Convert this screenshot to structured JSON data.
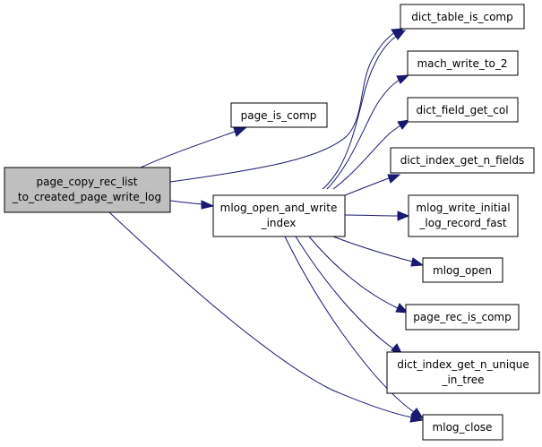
{
  "graph": {
    "nodes": {
      "root": {
        "lines": [
          "page_copy_rec_list",
          "_to_created_page_write_log"
        ]
      },
      "page_is_comp": {
        "lines": [
          "page_is_comp"
        ]
      },
      "mlog_open_and_write_index": {
        "lines": [
          "mlog_open_and_write",
          "_index"
        ]
      },
      "dict_table_is_comp": {
        "lines": [
          "dict_table_is_comp"
        ]
      },
      "mach_write_to_2": {
        "lines": [
          "mach_write_to_2"
        ]
      },
      "dict_field_get_col": {
        "lines": [
          "dict_field_get_col"
        ]
      },
      "dict_index_get_n_fields": {
        "lines": [
          "dict_index_get_n_fields"
        ]
      },
      "mlog_write_initial_log_record_fast": {
        "lines": [
          "mlog_write_initial",
          "_log_record_fast"
        ]
      },
      "mlog_open": {
        "lines": [
          "mlog_open"
        ]
      },
      "page_rec_is_comp": {
        "lines": [
          "page_rec_is_comp"
        ]
      },
      "dict_index_get_n_unique_in_tree": {
        "lines": [
          "dict_index_get_n_unique",
          "_in_tree"
        ]
      },
      "mlog_close": {
        "lines": [
          "mlog_close"
        ]
      }
    },
    "edges": [
      [
        "root",
        "page_is_comp"
      ],
      [
        "root",
        "mlog_open_and_write_index"
      ],
      [
        "root",
        "dict_table_is_comp"
      ],
      [
        "root",
        "mlog_close"
      ],
      [
        "mlog_open_and_write_index",
        "dict_table_is_comp"
      ],
      [
        "mlog_open_and_write_index",
        "mach_write_to_2"
      ],
      [
        "mlog_open_and_write_index",
        "dict_field_get_col"
      ],
      [
        "mlog_open_and_write_index",
        "dict_index_get_n_fields"
      ],
      [
        "mlog_open_and_write_index",
        "mlog_write_initial_log_record_fast"
      ],
      [
        "mlog_open_and_write_index",
        "mlog_open"
      ],
      [
        "mlog_open_and_write_index",
        "page_rec_is_comp"
      ],
      [
        "mlog_open_and_write_index",
        "dict_index_get_n_unique_in_tree"
      ],
      [
        "mlog_open_and_write_index",
        "mlog_close"
      ]
    ],
    "colors": {
      "edge": "#191970",
      "focus_fill": "#bfbfbf",
      "node_fill": "#ffffff",
      "border": "#000000"
    }
  }
}
